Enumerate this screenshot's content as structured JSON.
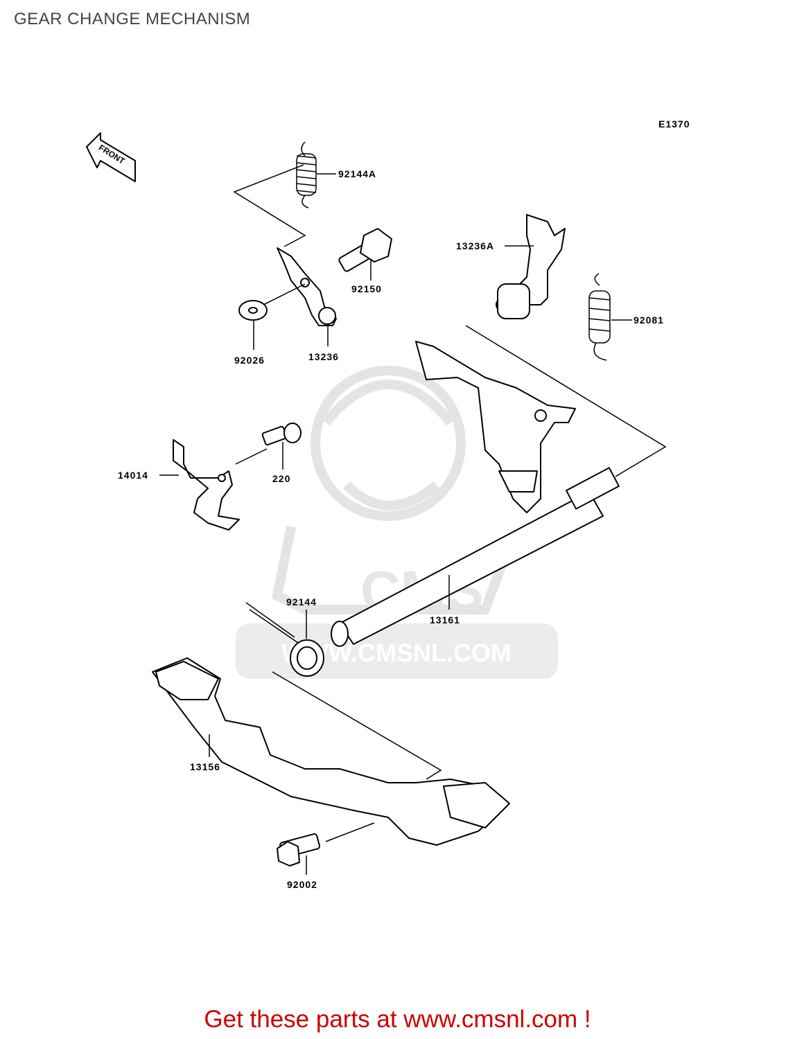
{
  "title": "GEAR CHANGE MECHANISM",
  "diagram_code": "E1370",
  "front_arrow_label": "FRONT",
  "parts": [
    {
      "id": "part-92144a",
      "number": "92144A"
    },
    {
      "id": "part-92150",
      "number": "92150"
    },
    {
      "id": "part-13236a",
      "number": "13236A"
    },
    {
      "id": "part-92081",
      "number": "92081"
    },
    {
      "id": "part-92026",
      "number": "92026"
    },
    {
      "id": "part-13236",
      "number": "13236"
    },
    {
      "id": "part-14014",
      "number": "14014"
    },
    {
      "id": "part-220",
      "number": "220"
    },
    {
      "id": "part-92144",
      "number": "92144"
    },
    {
      "id": "part-13161",
      "number": "13161"
    },
    {
      "id": "part-13156",
      "number": "13156"
    },
    {
      "id": "part-92002",
      "number": "92002"
    }
  ],
  "watermark": {
    "logo_text": "CMS",
    "url_text": "WWW.CMSNL.COM"
  },
  "footer": {
    "text": "Get these parts at www.cmsnl.com !"
  }
}
